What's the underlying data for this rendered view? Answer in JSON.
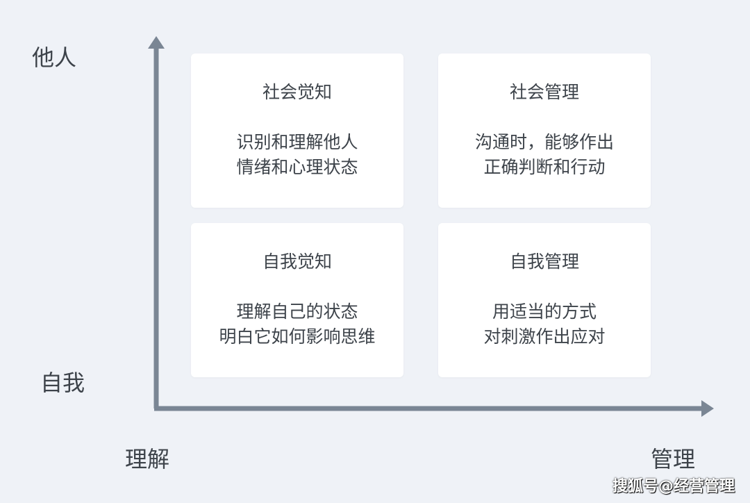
{
  "axes": {
    "y_top": "他人",
    "y_bottom": "自我",
    "x_left": "理解",
    "x_right": "管理"
  },
  "quadrants": [
    {
      "title": "社会觉知",
      "lines": [
        "识别和理解他人",
        "情绪和心理状态"
      ]
    },
    {
      "title": "社会管理",
      "lines": [
        "沟通时，能够作出",
        "正确判断和行动"
      ]
    },
    {
      "title": "自我觉知",
      "lines": [
        "理解自己的状态",
        "明白它如何影响思维"
      ]
    },
    {
      "title": "自我管理",
      "lines": [
        "用适当的方式",
        "对刺激作出应对"
      ]
    }
  ],
  "watermark": "搜狐号@经营管理",
  "colors": {
    "background": "#eff2f7",
    "axis": "#7a8694",
    "card": "#ffffff",
    "text": "#3d434a"
  }
}
